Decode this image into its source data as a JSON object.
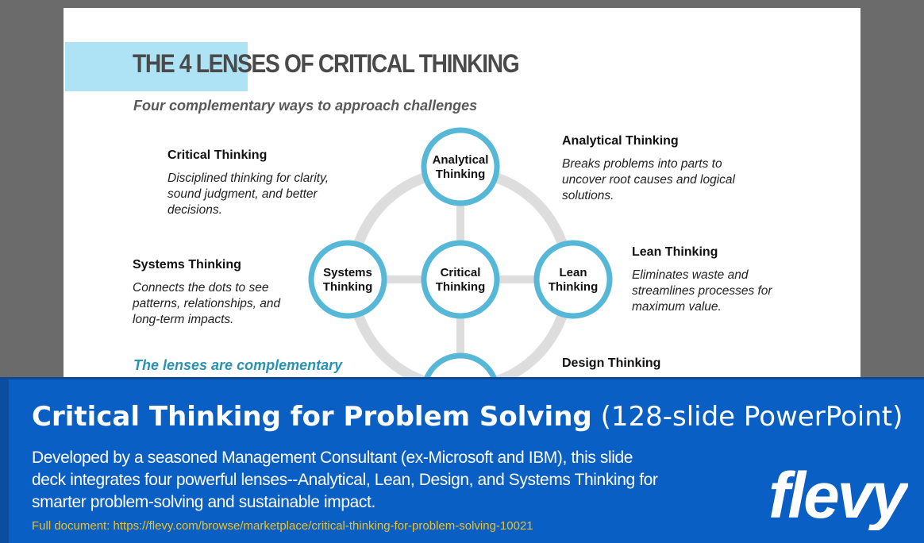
{
  "slide": {
    "title": "THE 4 LENSES OF CRITICAL THINKING",
    "subtitle": "Four complementary ways to approach challenges",
    "nodes": {
      "analytical": [
        "Analytical",
        "Thinking"
      ],
      "systems": [
        "Systems",
        "Thinking"
      ],
      "critical": [
        "Critical",
        "Thinking"
      ],
      "lean": [
        "Lean",
        "Thinking"
      ]
    },
    "lenses": {
      "critical": {
        "name": "Critical Thinking",
        "desc": "Disciplined thinking for clarity, sound judgment, and better decisions."
      },
      "analytical": {
        "name": "Analytical Thinking",
        "desc": "Breaks problems into parts to uncover root causes and logical solutions."
      },
      "systems": {
        "name": "Systems Thinking",
        "desc": "Connects the dots to see patterns, relationships, and long-term impacts."
      },
      "lean": {
        "name": "Lean Thinking",
        "desc": "Eliminates waste and streamlines processes for maximum value."
      },
      "design": {
        "name": "Design Thinking"
      }
    },
    "complementary": "The lenses are complementary",
    "colors": {
      "ring": "#dddddd",
      "node_border": "#56b8d6",
      "accent": "#aee3f5"
    }
  },
  "banner": {
    "title_bold": "Critical Thinking for Problem Solving",
    "title_light": "(128-slide PowerPoint)",
    "description": "Developed by a seasoned Management Consultant (ex-Microsoft and IBM), this slide deck integrates four powerful lenses--Analytical, Lean, Design, and Systems Thinking for smarter problem-solving and sustainable impact.",
    "link": "Full document: https://flevy.com/browse/marketplace/critical-thinking-for-problem-solving-10021",
    "logo_text": "flevy",
    "colors": {
      "background": "#0a5fc4",
      "link": "#f0c020"
    }
  }
}
